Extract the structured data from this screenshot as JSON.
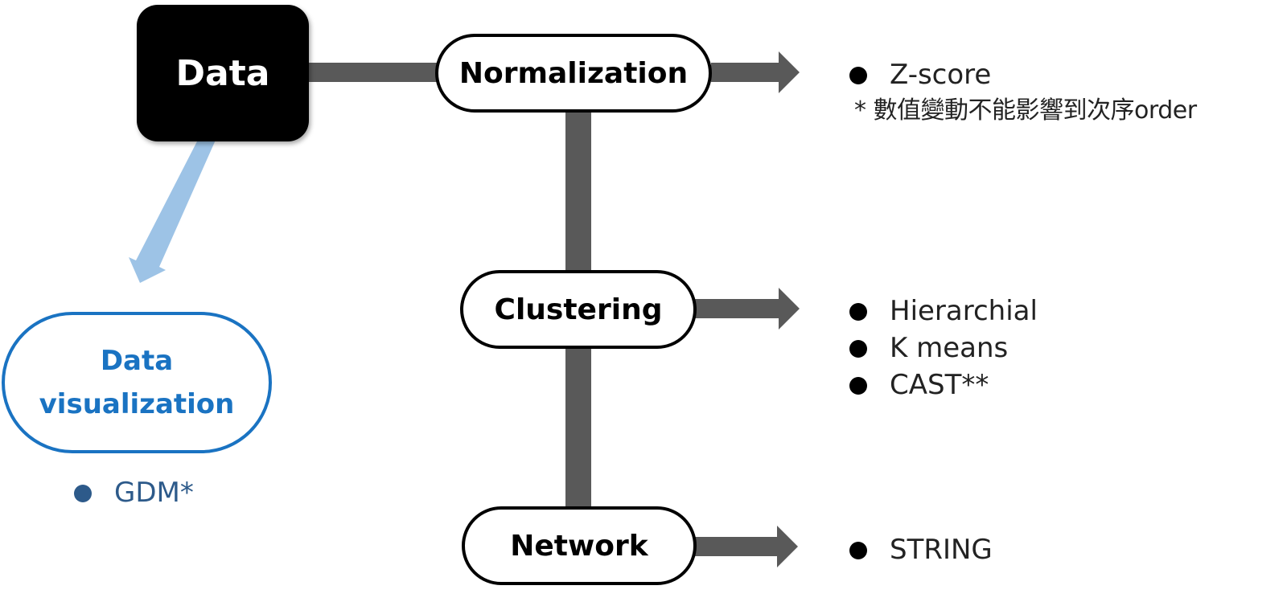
{
  "nodes": {
    "data": "Data",
    "normalization": "Normalization",
    "clustering": "Clustering",
    "network": "Network",
    "visualization_line1": "Data",
    "visualization_line2": "visualization"
  },
  "normalization_list": {
    "items": [
      "Z-score"
    ],
    "note": "* 數值變動不能影響到次序order"
  },
  "clustering_list": {
    "items": [
      "Hierarchial",
      "K means",
      "CAST**"
    ]
  },
  "network_list": {
    "items": [
      "STRING"
    ]
  },
  "visualization_list": {
    "items": [
      "GDM*"
    ]
  },
  "colors": {
    "connector": "#595959",
    "data_box": "#000000",
    "visualization": "#1a73c2",
    "visualization_arrow": "#9dc3e6",
    "visualization_bullet": "#2d5a8a"
  }
}
